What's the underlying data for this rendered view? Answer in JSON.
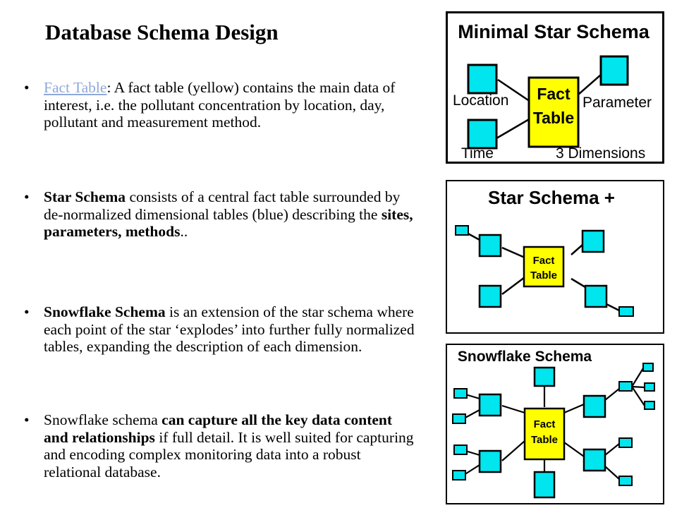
{
  "title": "Database Schema Design",
  "bullets": {
    "b1": {
      "link": "Fact Table",
      "rest": ": A fact table (yellow) contains the main data of interest, i.e. the pollutant concentration by location, day, pollutant and measurement method."
    },
    "b2": {
      "bold1": "Star Schema",
      "mid": " consists of a central fact table surrounded by de-normalized dimensional tables (blue) describing the ",
      "bold2": "sites, parameters, methods",
      "end": ".."
    },
    "b3": {
      "bold1": "Snowflake Schema",
      "rest": " is an extension of the star schema where each point of the star ‘explodes’ into further fully normalized tables, expanding the description of each dimension."
    },
    "b4": {
      "pre": "Snowflake schema ",
      "bold1": "can capture all the key data content and relationships",
      "rest": " if full detail. It is well suited for capturing and encoding complex monitoring data into a robust relational database."
    }
  },
  "diagrams": {
    "minimal": {
      "title": "Minimal Star Schema",
      "fact_line1": "Fact",
      "fact_line2": "Table",
      "label_location": "Location",
      "label_parameter": "Parameter",
      "label_time": "Time",
      "label_dimensions": "3 Dimensions"
    },
    "starplus": {
      "title": "Star Schema +",
      "fact_line1": "Fact",
      "fact_line2": "Table"
    },
    "snowflake": {
      "title": "Snowflake Schema",
      "fact_line1": "Fact",
      "fact_line2": "Table"
    }
  },
  "colors": {
    "fact": "#ffff00",
    "dimension": "#00e5ee",
    "link": "#8fa8d8"
  }
}
